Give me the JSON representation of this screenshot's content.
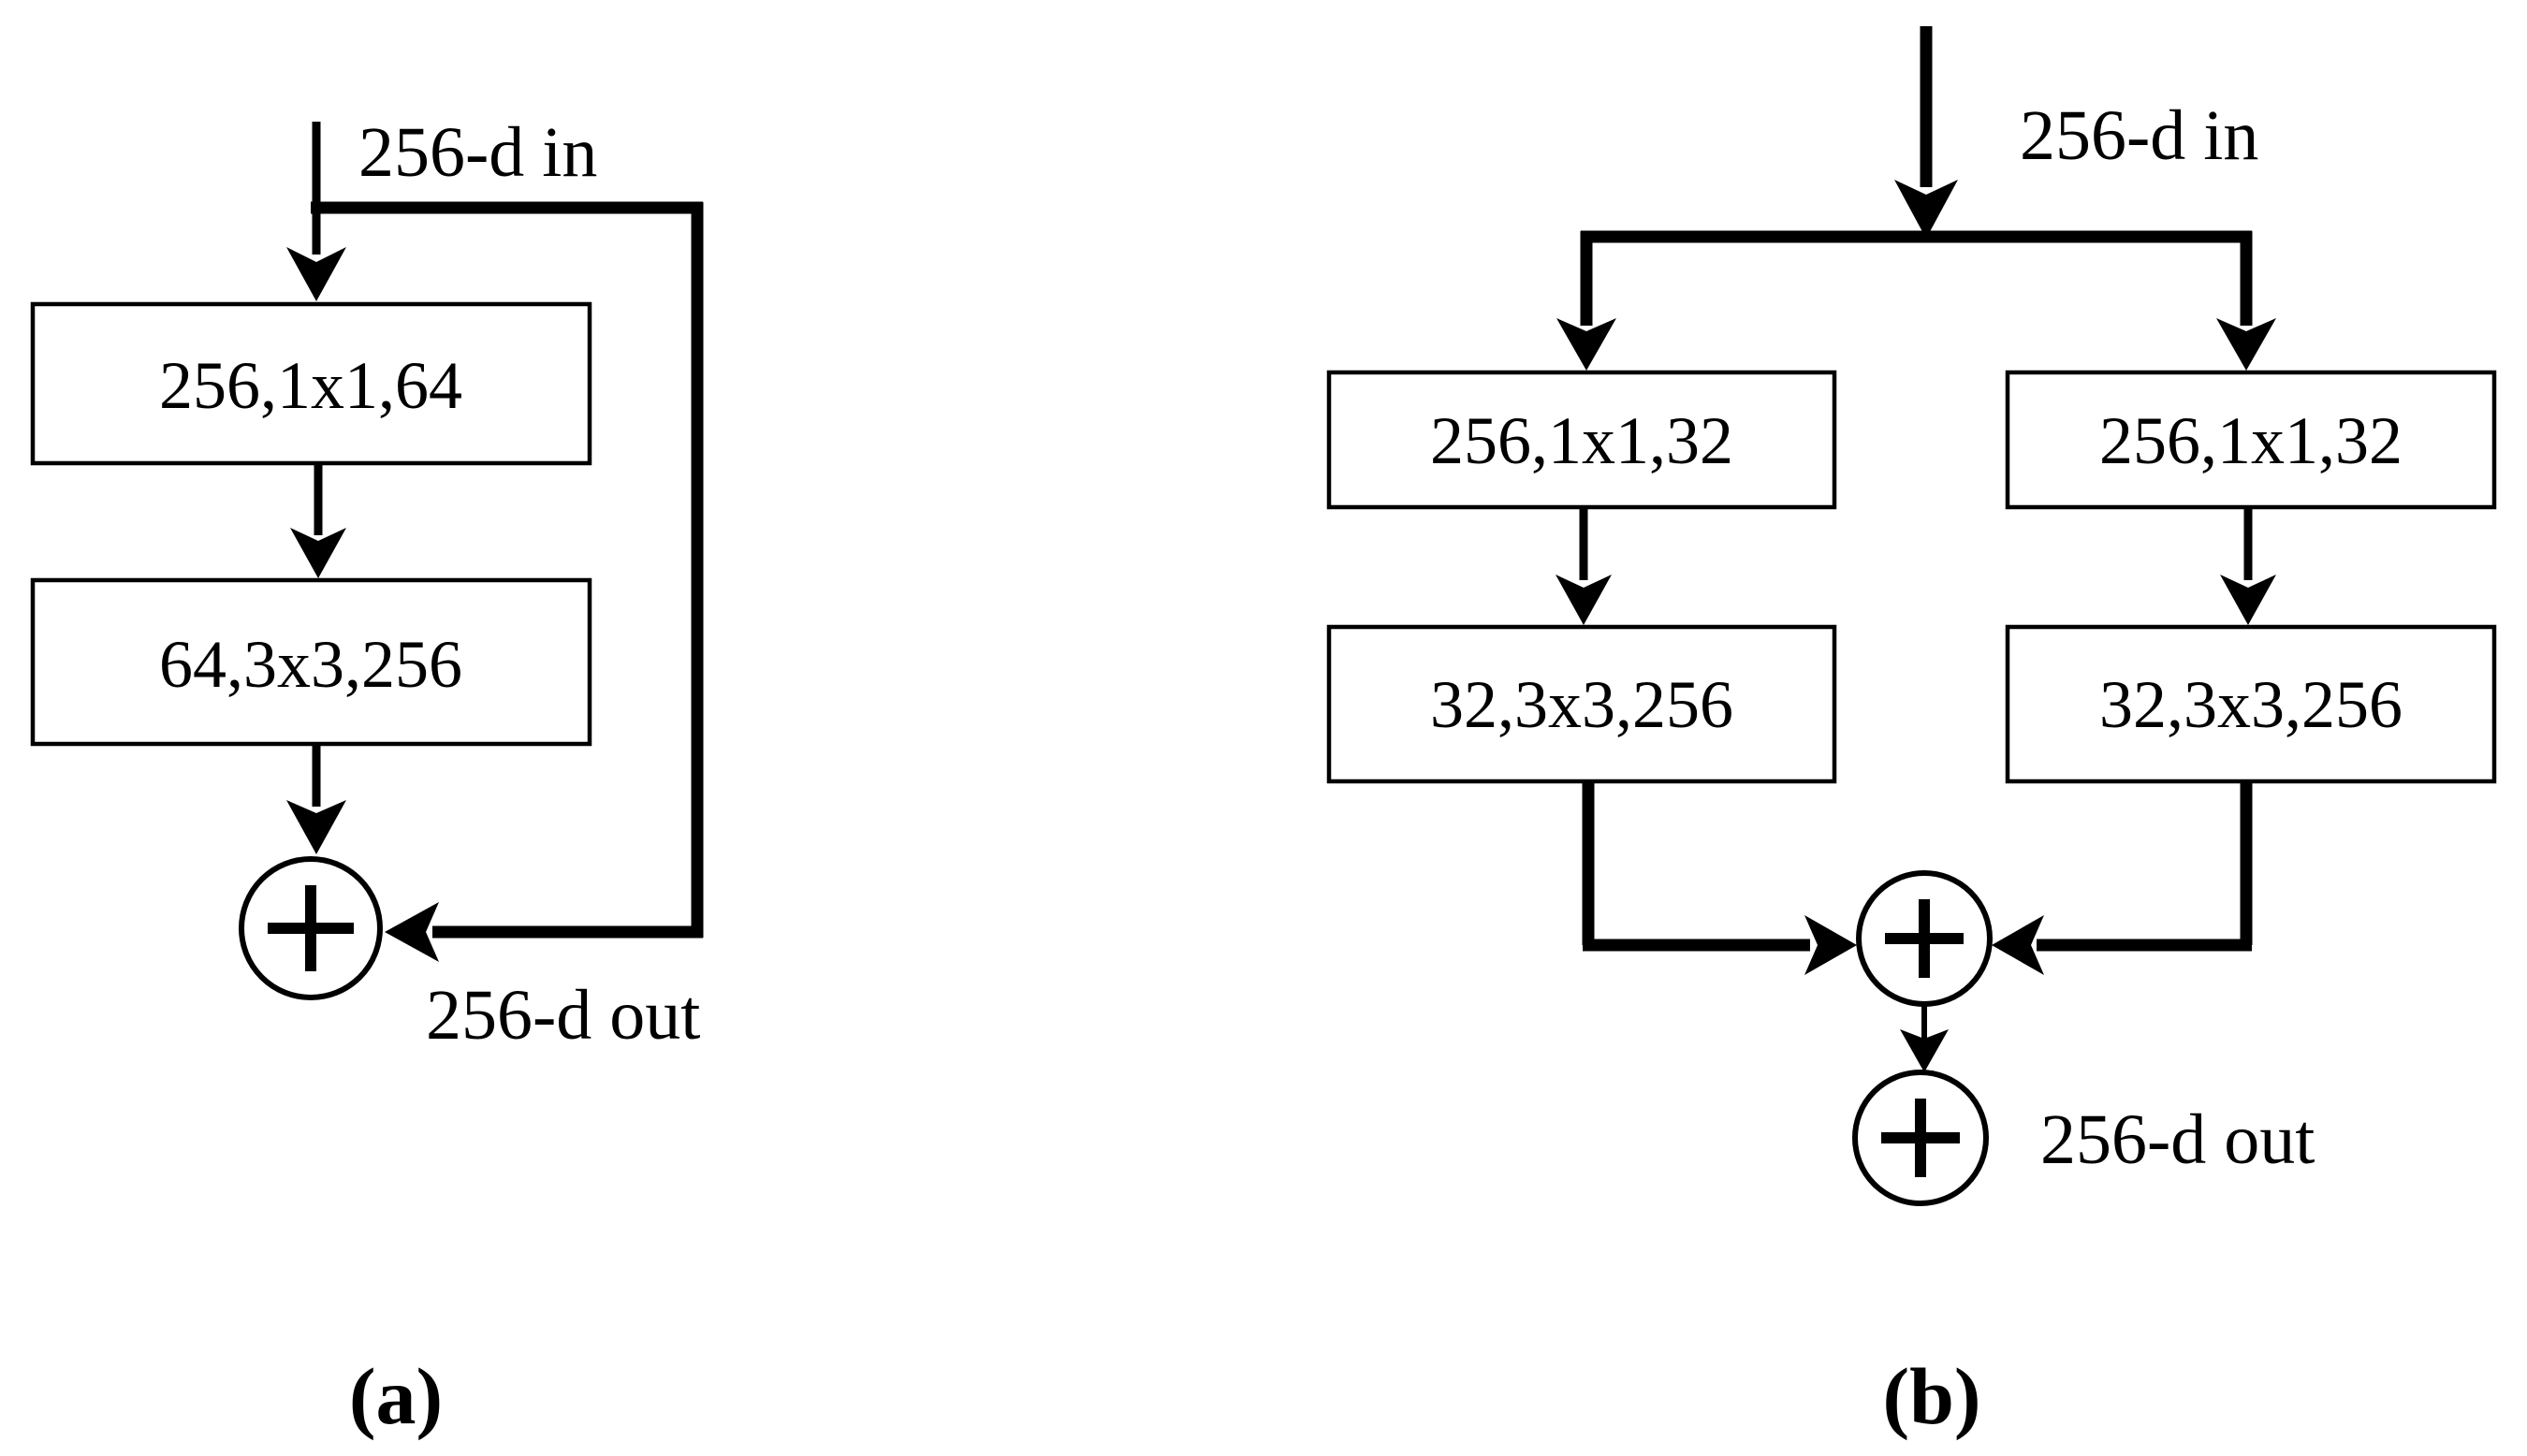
{
  "figure": {
    "background_color": "#ffffff",
    "line_color": "#000000",
    "plus_symbol": "+",
    "panel_a": {
      "caption": "(a)",
      "input_label": "256-d in",
      "output_label": "256-d out",
      "block1": "256,1x1,64",
      "block2": "64,3x3,256"
    },
    "panel_b": {
      "caption": "(b)",
      "input_label": "256-d in",
      "output_label": "256-d out",
      "branch_left_block1": "256,1x1,32",
      "branch_left_block2": "32,3x3,256",
      "branch_right_block1": "256,1x1,32",
      "branch_right_block2": "32,3x3,256"
    }
  }
}
